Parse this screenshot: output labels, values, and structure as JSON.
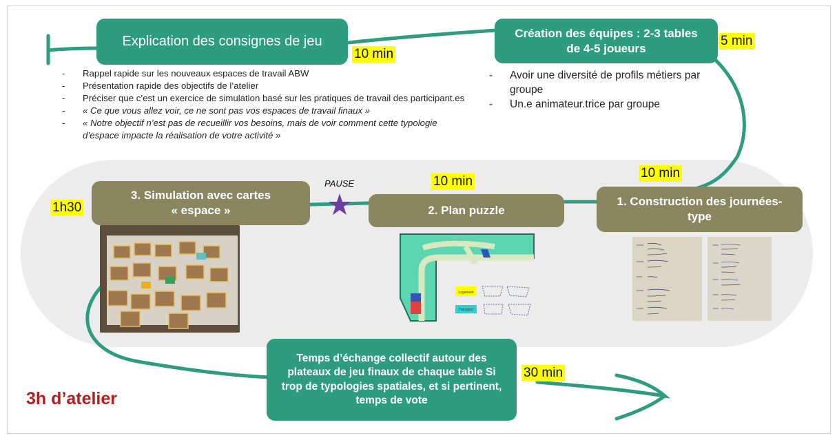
{
  "steps": {
    "consignes": {
      "label": "Explication des consignes de jeu",
      "duration": "10 min"
    },
    "equipes": {
      "label": "Création des équipes : 2-3 tables de 4-5 joueurs",
      "duration": "5 min"
    },
    "construction": {
      "label": "1. Construction des journées-type",
      "duration": "10 min"
    },
    "plan": {
      "label": "2. Plan puzzle",
      "duration": "10 min"
    },
    "pause": {
      "label": "PAUSE"
    },
    "simulation": {
      "label_line1": "3. Simulation avec cartes",
      "label_line2": "« espace »",
      "duration": "1h30"
    },
    "echange": {
      "label": "Temps d’échange collectif autour des plateaux de jeu finaux de chaque table Si trop de typologies spatiales, et si pertinent, temps de vote",
      "duration": "30 min"
    }
  },
  "consignes_notes": [
    "Rappel rapide sur les nouveaux espaces de travail ABW",
    "Présentation rapide des objectifs de l’atelier",
    "Préciser que c’est un exercice de simulation basé sur les pratiques de travail des participant.es",
    "« Ce que vous allez voir, ce ne sont pas vos espaces de travail finaux »",
    "« Notre objectif n’est pas de recueillir vos besoins, mais de voir comment cette typologie d’espace impacte la réalisation de votre activité »"
  ],
  "equipes_notes": [
    "Avoir une diversité de profils métiers par groupe",
    "Un.e animateur.trice par groupe"
  ],
  "plan_labels": {
    "logement": "Logement",
    "transport": "Transport"
  },
  "total": "3h d’atelier",
  "colors": {
    "green": "#2e9c7e",
    "olive": "#8a8760",
    "highlight": "#ffff00",
    "total": "#b01e1e",
    "pause_star": "#6b3fa0"
  }
}
